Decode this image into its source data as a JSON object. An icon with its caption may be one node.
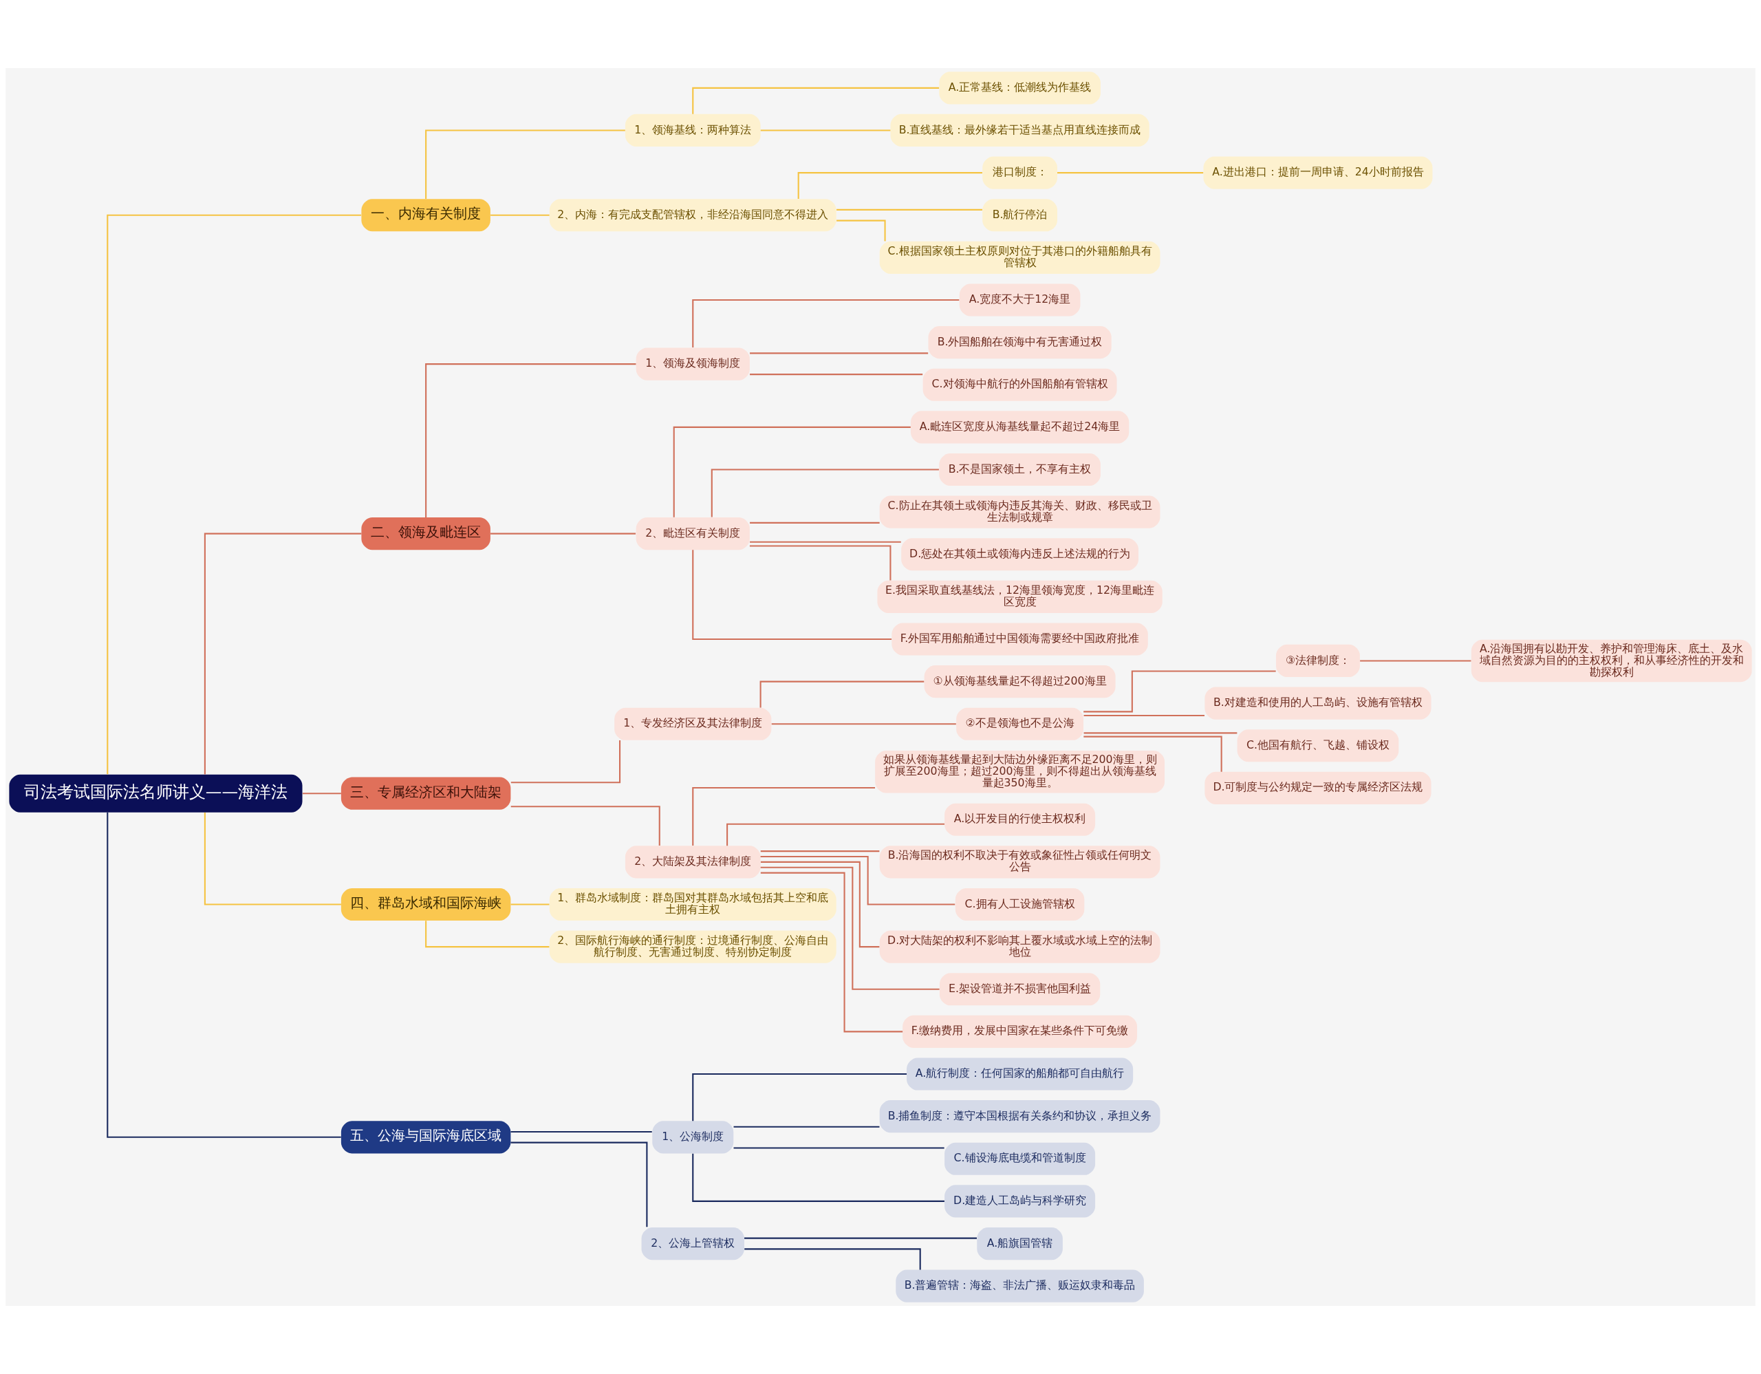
{
  "diagram": {
    "nodes": [
      {
        "text": [
          "司法考试国际法名师讲义——海洋法"
        ]
      },
      {
        "text": [
          "一、内海有关制度"
        ]
      },
      {
        "text": [
          "1、领海基线：两种算法"
        ]
      },
      {
        "text": [
          "A.正常基线：低潮线为作基线"
        ]
      },
      {
        "text": [
          "B.直线基线：最外缘若干适当基点用直线连接而成"
        ]
      },
      {
        "text": [
          "2、内海：有完成支配管辖权，非经沿海国同意不得进入"
        ]
      },
      {
        "text": [
          "港口制度："
        ]
      },
      {
        "text": [
          "A.进出港口：提前一周申请、24小时前报告"
        ]
      },
      {
        "text": [
          "B.航行停泊"
        ]
      },
      {
        "text": [
          "C.根据国家领土主权原则对位于其港口的外籍船舶具有管辖权"
        ]
      },
      {
        "text": [
          "二、领海及毗连区"
        ]
      },
      {
        "text": [
          "1、领海及领海制度"
        ]
      },
      {
        "text": [
          "A.宽度不大于12海里"
        ]
      },
      {
        "text": [
          "B.外国船舶在领海中有无害通过权"
        ]
      },
      {
        "text": [
          "C.对领海中航行的外国船舶有管辖权"
        ]
      },
      {
        "text": [
          "2、毗连区有关制度"
        ]
      },
      {
        "text": [
          "A.毗连区宽度从海基线量起不超过24海里"
        ]
      },
      {
        "text": [
          "B.不是国家领土，不享有主权"
        ]
      },
      {
        "text": [
          "C.防止在其领土或领海内违反其海关、财政、移民或卫生法制或规章"
        ]
      },
      {
        "text": [
          "D.惩处在其领土或领海内违反上述法规的行为"
        ]
      },
      {
        "text": [
          "E.我国采取直线基线法，12海里领海宽度，12海里毗连区宽度"
        ]
      },
      {
        "text": [
          "F.外国军用船舶通过中国领海需要经中国政府批准"
        ]
      },
      {
        "text": [
          "三、专属经济区和大陆架"
        ]
      },
      {
        "text": [
          "1、专发经济区及其法律制度"
        ]
      },
      {
        "text": [
          "①从领海基线量起不得超过200海里"
        ]
      },
      {
        "text": [
          "②不是领海也不是公海"
        ]
      },
      {
        "text": [
          "③法律制度："
        ]
      },
      {
        "text": [
          "A.沿海国拥有以勘开发、养护和管理海床、底土、及水域自然资源为目的的主权权利，和从事经济性的开发和勘探权利"
        ]
      },
      {
        "text": [
          "B.对建造和使用的人工岛屿、设施有管辖权"
        ]
      },
      {
        "text": [
          "C.他国有航行、飞越、铺设权"
        ]
      },
      {
        "text": [
          "D.可制度与公约规定一致的专属经济区法规"
        ]
      },
      {
        "text": [
          "2、大陆架及其法律制度"
        ]
      },
      {
        "text": [
          "如果从领海基线量起到大陆边外缘距离不足200海里，则扩展至200海里；超过200海里，则不得超出从领海基线量起350海里。"
        ]
      },
      {
        "text": [
          "A.以开发目的行使主权权利"
        ]
      },
      {
        "text": [
          "B.沿海国的权利不取决于有效或象征性占领或任何明文公告"
        ]
      },
      {
        "text": [
          "C.拥有人工设施管辖权"
        ]
      },
      {
        "text": [
          "D.对大陆架的权利不影响其上覆水域或水域上空的法制地位"
        ]
      },
      {
        "text": [
          "E.架设管道并不损害他国利益"
        ]
      },
      {
        "text": [
          "F.缴纳费用，发展中国家在某些条件下可免缴"
        ]
      },
      {
        "text": [
          "四、群岛水域和国际海峡"
        ]
      },
      {
        "text": [
          "1、群岛水域制度：群岛国对其群岛水域包括其上空和底土拥有主权"
        ]
      },
      {
        "text": [
          "2、国际航行海峡的通行制度：过境通行制度、公海自由航行制度、无害通过制度、特别协定制度"
        ]
      },
      {
        "text": [
          "五、公海与国际海底区域"
        ]
      },
      {
        "text": [
          "1、公海制度"
        ]
      },
      {
        "text": [
          "A.航行制度：任何国家的船舶都可自由航行"
        ]
      },
      {
        "text": [
          "B.捕鱼制度：遵守本国根据有关条约和协议，承担义务"
        ]
      },
      {
        "text": [
          "C.铺设海底电缆和管道制度"
        ]
      },
      {
        "text": [
          "D.建造人工岛屿与科学研究"
        ]
      },
      {
        "text": [
          "2、公海上管辖权"
        ]
      },
      {
        "text": [
          "A.船旗国管辖"
        ]
      },
      {
        "text": [
          "B.普遍管辖：海盗、非法广播、贩运奴隶和毒品"
        ]
      }
    ],
    "edges": [
      {
        "from": 0,
        "to": 1,
        "arrow": "none",
        "color": "#f5c342"
      },
      {
        "from": 1,
        "to": 2,
        "arrow": "none",
        "color": "#f5c342"
      },
      {
        "from": 2,
        "to": 3,
        "arrow": "none",
        "color": "#f5c342"
      },
      {
        "from": 2,
        "to": 4,
        "arrow": "none",
        "color": "#f5c342"
      },
      {
        "from": 1,
        "to": 5,
        "arrow": "none",
        "color": "#f5c342"
      },
      {
        "from": 5,
        "to": 6,
        "arrow": "none",
        "color": "#f5c342"
      },
      {
        "from": 6,
        "to": 7,
        "arrow": "none",
        "color": "#f5c342"
      },
      {
        "from": 5,
        "to": 8,
        "arrow": "none",
        "color": "#f5c342"
      },
      {
        "from": 5,
        "to": 9,
        "arrow": "none",
        "color": "#f5c342"
      },
      {
        "from": 0,
        "to": 10,
        "arrow": "none"
      },
      {
        "from": 10,
        "to": 11,
        "arrow": "none"
      },
      {
        "from": 11,
        "to": 12,
        "arrow": "none"
      },
      {
        "from": 11,
        "to": 13,
        "arrow": "none"
      },
      {
        "from": 11,
        "to": 14,
        "arrow": "none"
      },
      {
        "from": 10,
        "to": 15,
        "arrow": "none"
      },
      {
        "from": 15,
        "to": 16,
        "arrow": "none"
      },
      {
        "from": 15,
        "to": 17,
        "arrow": "none"
      },
      {
        "from": 15,
        "to": 18,
        "arrow": "none"
      },
      {
        "from": 15,
        "to": 19,
        "arrow": "none"
      },
      {
        "from": 15,
        "to": 20,
        "arrow": "none"
      },
      {
        "from": 15,
        "to": 21,
        "arrow": "none"
      },
      {
        "from": 0,
        "to": 22,
        "arrow": "none"
      },
      {
        "from": 22,
        "to": 23,
        "arrow": "none"
      },
      {
        "from": 23,
        "to": 24,
        "arrow": "none"
      },
      {
        "from": 23,
        "to": 25,
        "arrow": "none"
      },
      {
        "from": 25,
        "to": 26,
        "arrow": "none"
      },
      {
        "from": 26,
        "to": 27,
        "arrow": "none"
      },
      {
        "from": 25,
        "to": 28,
        "arrow": "none"
      },
      {
        "from": 25,
        "to": 29,
        "arrow": "none"
      },
      {
        "from": 25,
        "to": 30,
        "arrow": "none"
      },
      {
        "from": 22,
        "to": 31,
        "arrow": "none"
      },
      {
        "from": 31,
        "to": 32,
        "arrow": "none"
      },
      {
        "from": 31,
        "to": 33,
        "arrow": "none"
      },
      {
        "from": 31,
        "to": 34,
        "arrow": "none"
      },
      {
        "from": 31,
        "to": 35,
        "arrow": "none"
      },
      {
        "from": 31,
        "to": 36,
        "arrow": "none"
      },
      {
        "from": 31,
        "to": 37,
        "arrow": "none"
      },
      {
        "from": 31,
        "to": 38,
        "arrow": "none"
      },
      {
        "from": 0,
        "to": 39,
        "arrow": "none",
        "color": "#f5c342"
      },
      {
        "from": 39,
        "to": 40,
        "arrow": "none",
        "color": "#f5c342"
      },
      {
        "from": 39,
        "to": 41,
        "arrow": "none",
        "color": "#f5c342"
      },
      {
        "from": 0,
        "to": 42,
        "arrow": "none",
        "color": "#1a2a5e"
      },
      {
        "from": 42,
        "to": 43,
        "arrow": "none",
        "color": "#1a2a5e"
      },
      {
        "from": 43,
        "to": 44,
        "arrow": "none",
        "color": "#1a2a5e"
      },
      {
        "from": 43,
        "to": 45,
        "arrow": "none",
        "color": "#1a2a5e"
      },
      {
        "from": 43,
        "to": 46,
        "arrow": "none",
        "color": "#1a2a5e"
      },
      {
        "from": 43,
        "to": 47,
        "arrow": "none",
        "color": "#1a2a5e"
      },
      {
        "from": 42,
        "to": 48,
        "arrow": "none",
        "color": "#1a2a5e"
      },
      {
        "from": 48,
        "to": 49,
        "arrow": "none",
        "color": "#1a2a5e"
      },
      {
        "from": 48,
        "to": 50,
        "arrow": "none",
        "color": "#1a2a5e"
      }
    ]
  }
}
